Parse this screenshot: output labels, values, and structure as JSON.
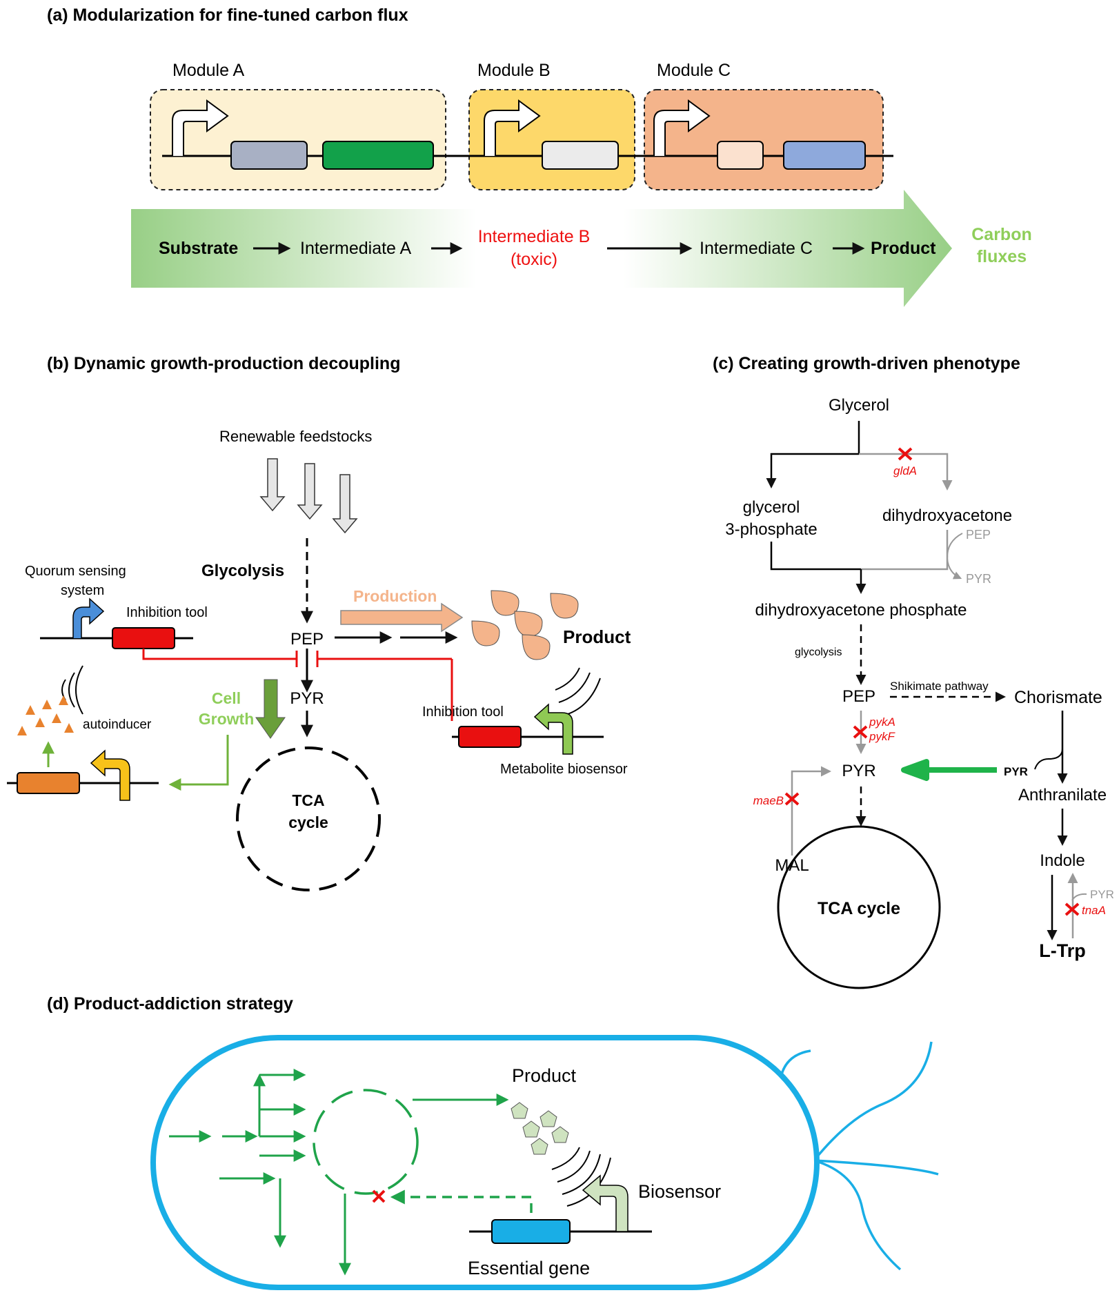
{
  "panel_a": {
    "title": "(a) Modularization for fine-tuned carbon flux",
    "module_a": "Module A",
    "module_b": "Module B",
    "module_c": "Module C",
    "substrate": "Substrate",
    "intermediate_a": "Intermediate A",
    "intermediate_b_line1": "Intermediate B",
    "intermediate_b_line2": "(toxic)",
    "intermediate_c": "Intermediate C",
    "product": "Product",
    "carbon_fluxes_line1": "Carbon",
    "carbon_fluxes_line2": "fluxes",
    "colors": {
      "module_a_bg": "#fdf1d2",
      "module_b_bg": "#fdd86a",
      "module_c_bg": "#f4b48b",
      "flux_arrow": "#9cd18a",
      "toxic_text": "#ee1111",
      "carbon_text": "#8fce5a"
    }
  },
  "panel_b": {
    "title": "(b) Dynamic growth-production decoupling",
    "renewable_feedstocks": "Renewable feedstocks",
    "glycolysis": "Glycolysis",
    "quorum_line1": "Quorum sensing",
    "quorum_line2": "system",
    "inhibition_tool_left": "Inhibition tool",
    "pep": "PEP",
    "pyr": "PYR",
    "production": "Production",
    "product": "Product",
    "cell_growth_line1": "Cell",
    "cell_growth_line2": "Growth",
    "autoinducer": "autoinducer",
    "inhibition_tool_right": "Inhibition tool",
    "metabolite_biosensor": "Metabolite biosensor",
    "tca_line1": "TCA",
    "tca_line2": "cycle"
  },
  "panel_c": {
    "title": "(c) Creating growth-driven phenotype",
    "glycerol": "Glycerol",
    "glda": "gldA",
    "glycerol3p_line1": "glycerol",
    "glycerol3p_line2": "3-phosphate",
    "dihydroxyacetone": "dihydroxyacetone",
    "pep_small": "PEP",
    "pyr_small": "PYR",
    "dhap": "dihydroxyacetone phosphate",
    "glycolysis": "glycolysis",
    "pep": "PEP",
    "shikimate": "Shikimate pathway",
    "chorismate": "Chorismate",
    "pyka": "pykA",
    "pykf": "pykF",
    "pyr": "PYR",
    "pyr_bold": "PYR",
    "maeb": "maeB",
    "anthranilate": "Anthranilate",
    "mal": "MAL",
    "indole": "Indole",
    "pyr_tna": "PYR",
    "tnaa": "tnaA",
    "tca": "TCA cycle",
    "ltrp": "L-Trp"
  },
  "panel_d": {
    "title": "(d) Product-addiction strategy",
    "product": "Product",
    "biosensor": "Biosensor",
    "essential_gene": "Essential gene",
    "colors": {
      "cell_outline": "#19aee6",
      "pathway": "#1fa34a",
      "essential_gene": "#19aee6",
      "product_shape": "#cfe3c0"
    }
  }
}
